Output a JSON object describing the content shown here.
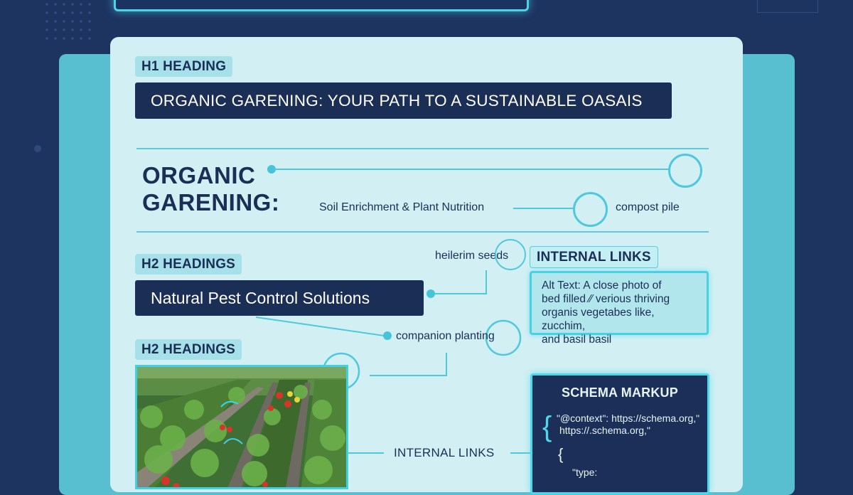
{
  "h1_section": {
    "tag": "H1 HEADING",
    "title": "ORGANIC GARENING: YOUR PATH TO A SUSTAINABLE OASAIS"
  },
  "keywords": {
    "title_line1": "ORGANIC",
    "title_line2": "GARENING:",
    "soil": "Soil Enrichment & Plant Nutrition",
    "compost": "compost pile",
    "heirloom": "heilerim seeds",
    "companion": "companion planting"
  },
  "h2_section": {
    "tag": "H2 HEADINGS",
    "heading": "Natural Pest Control Solutions",
    "tag_2": "H2 HEADINGS"
  },
  "internal_links": {
    "tag": "INTERNAL LINKS",
    "bottom_label": "INTERNAL LINKS"
  },
  "alt_text": {
    "line1": "Alt Text: A close photo of",
    "line2": "bed filled ⁄⁄ verious thriving",
    "line3": "organis vegetabes like, zucchim,",
    "line4": "and basil basil"
  },
  "schema": {
    "title": "SCHEMA MARKUP",
    "brace_open": "{",
    "code_line1": "\"@context\": https://schema.org,\"",
    "code_line2": "https://.schema.org,\"",
    "brace_inner": "{",
    "code_type": "\"type:"
  },
  "colors": {
    "background": "#1d3461",
    "card": "#d2f0f4",
    "accent": "#4fc7dc",
    "navy": "#1b2e55"
  }
}
